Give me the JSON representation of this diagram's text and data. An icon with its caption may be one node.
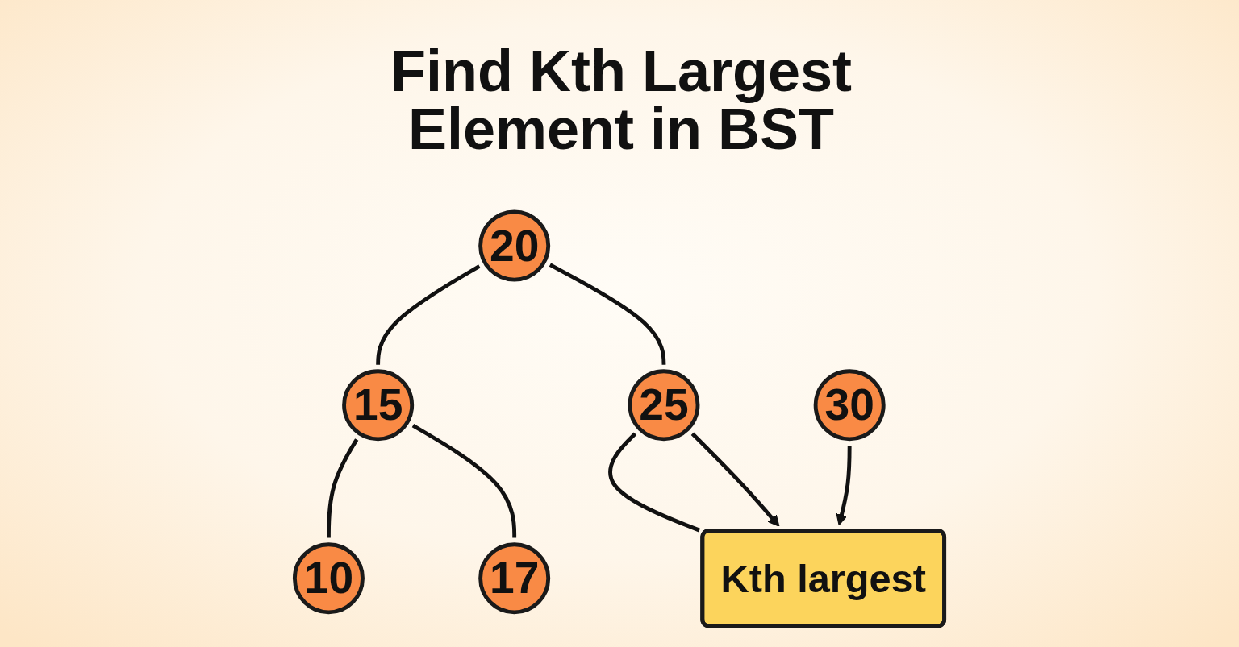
{
  "diagram": {
    "title": "Find Kth Largest Element in BST",
    "nodes": [
      {
        "text": [
          "20"
        ]
      },
      {
        "text": [
          "15"
        ]
      },
      {
        "text": [
          "25"
        ]
      },
      {
        "text": [
          "10"
        ]
      },
      {
        "text": [
          "17"
        ]
      },
      {
        "text": [
          "Kth largest"
        ]
      },
      {
        "text": [
          "30"
        ]
      }
    ],
    "edges": [
      {
        "from": 0,
        "to": 1,
        "arrow": "none"
      },
      {
        "from": 0,
        "to": 2,
        "arrow": "none"
      },
      {
        "from": 1,
        "to": 3,
        "arrow": "none"
      },
      {
        "from": 1,
        "to": 4,
        "arrow": "none"
      },
      {
        "from": 2,
        "to": 5,
        "arrow": "none"
      },
      {
        "from": 2,
        "to": 5,
        "arrow": "to"
      },
      {
        "from": 6,
        "to": 5,
        "arrow": "to"
      }
    ]
  }
}
